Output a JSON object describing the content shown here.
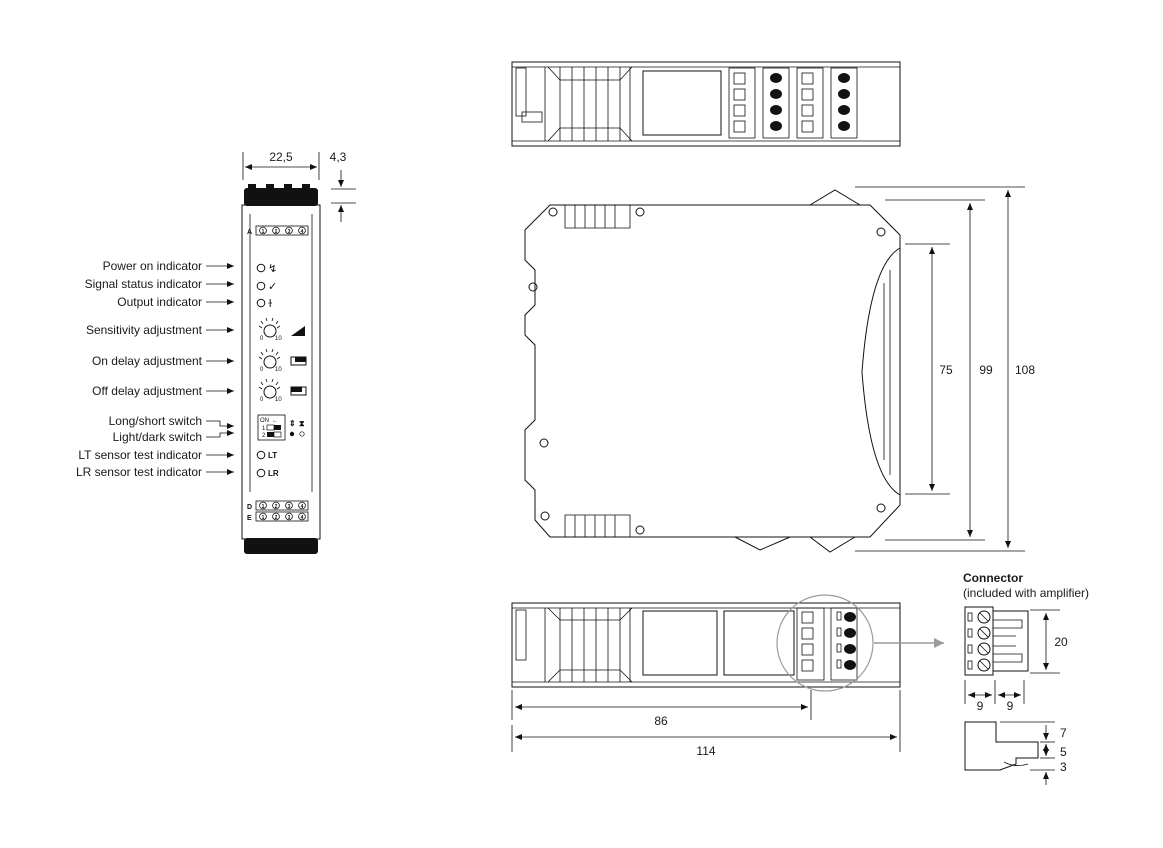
{
  "front_view": {
    "dim_width": "22,5",
    "dim_top": "4,3",
    "terminal_row_top": "A",
    "terminal_row_d": "D",
    "terminal_row_e": "E",
    "terminal_numbers": [
      "1",
      "2",
      "3",
      "4"
    ],
    "labels": [
      "Power on indicator",
      "Signal status indicator",
      "Output indicator",
      "Sensitivity adjustment",
      "On delay adjustment",
      "Off delay adjustment",
      "Long/short switch",
      "Light/dark switch",
      "LT sensor test indicator",
      "LR sensor test indicator"
    ],
    "dial_min": "0",
    "dial_max": "10",
    "switch_on": "ON",
    "switch_1": "1",
    "switch_2": "2",
    "lt": "LT",
    "lr": "LR"
  },
  "side_view": {
    "dim_75": "75",
    "dim_99": "99",
    "dim_108": "108"
  },
  "bottom_view": {
    "dim_86": "86",
    "dim_114": "114"
  },
  "connector": {
    "title": "Connector",
    "subtitle": "(included with amplifier)",
    "dim_20": "20",
    "dim_9a": "9",
    "dim_9b": "9",
    "dim_7": "7",
    "dim_5": "5",
    "dim_3": "3"
  }
}
